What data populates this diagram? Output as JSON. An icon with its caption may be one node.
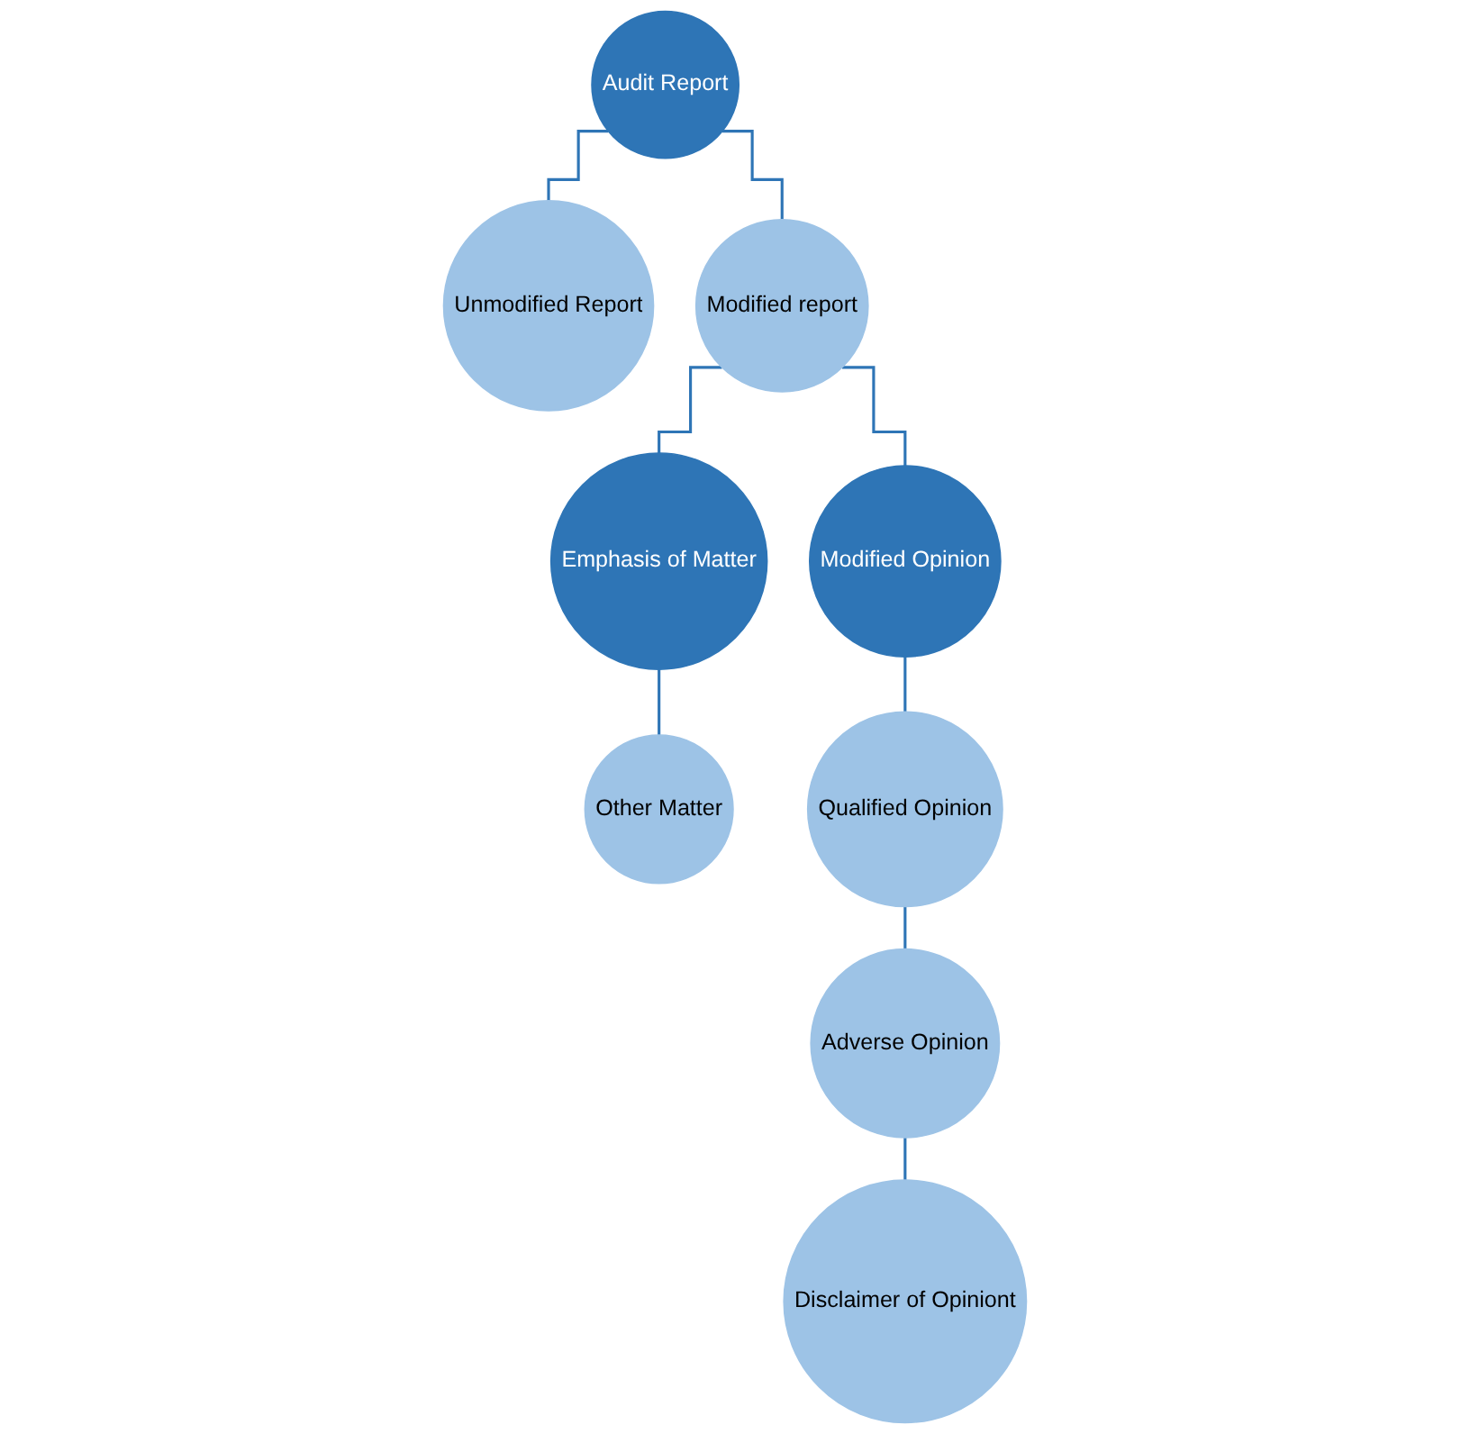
{
  "diagram": {
    "nodes": [
      {
        "text": [
          "Audit Report"
        ]
      },
      {
        "text": [
          "Unmodified Report"
        ]
      },
      {
        "text": [
          "Modified report"
        ]
      },
      {
        "text": [
          "Emphasis of Matter"
        ]
      },
      {
        "text": [
          "Modified Opinion"
        ]
      },
      {
        "text": [
          "Other Matter"
        ]
      },
      {
        "text": [
          "Qualified Opinion"
        ]
      },
      {
        "text": [
          "Adverse Opinion"
        ]
      },
      {
        "text": [
          "Disclaimer of Opiniont"
        ]
      }
    ],
    "edges": [
      {
        "from": 0,
        "to": 1,
        "arrow": "none"
      },
      {
        "from": 0,
        "to": 2,
        "arrow": "none"
      },
      {
        "from": 2,
        "to": 3,
        "arrow": "none"
      },
      {
        "from": 2,
        "to": 4,
        "arrow": "none"
      },
      {
        "from": 3,
        "to": 5,
        "arrow": "none"
      },
      {
        "from": 4,
        "to": 6,
        "arrow": "none"
      },
      {
        "from": 6,
        "to": 7,
        "arrow": "none"
      },
      {
        "from": 7,
        "to": 8,
        "arrow": "none"
      }
    ]
  }
}
